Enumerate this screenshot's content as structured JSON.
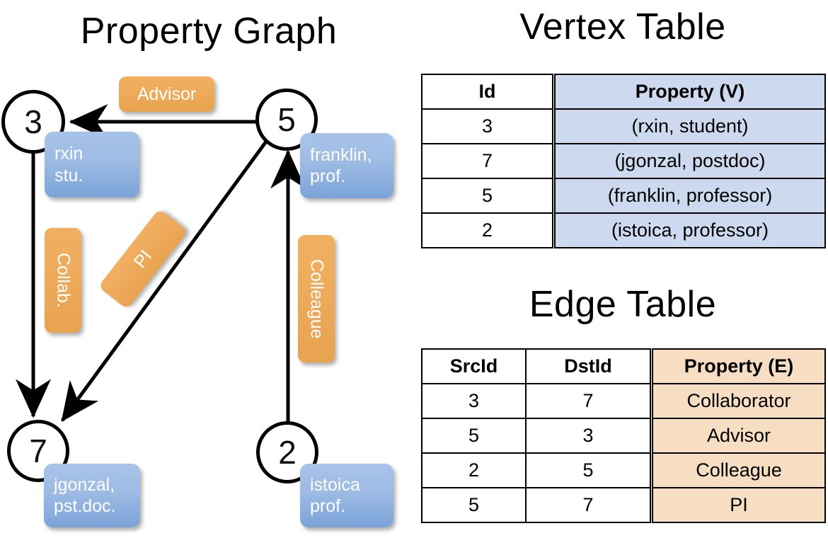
{
  "titles": {
    "property_graph": "Property Graph",
    "vertex_table": "Vertex Table",
    "edge_table": "Edge Table"
  },
  "graph": {
    "nodes": [
      {
        "id": "3",
        "label": "3",
        "property_lines": [
          "rxin",
          "stu."
        ]
      },
      {
        "id": "5",
        "label": "5",
        "property_lines": [
          "franklin,",
          "prof."
        ]
      },
      {
        "id": "7",
        "label": "7",
        "property_lines": [
          "jgonzal,",
          "pst.doc."
        ]
      },
      {
        "id": "2",
        "label": "2",
        "property_lines": [
          "istoica",
          "prof."
        ]
      }
    ],
    "edge_labels": [
      {
        "name": "advisor",
        "text": "Advisor",
        "orientation": "horizontal"
      },
      {
        "name": "collab",
        "text": "Collab.",
        "orientation": "vertical"
      },
      {
        "name": "pi",
        "text": "PI",
        "orientation": "rotated"
      },
      {
        "name": "colleague",
        "text": "Colleague",
        "orientation": "vertical"
      }
    ],
    "edges": [
      {
        "src": "5",
        "dst": "3",
        "label": "Advisor"
      },
      {
        "src": "3",
        "dst": "7",
        "label": "Collab."
      },
      {
        "src": "5",
        "dst": "7",
        "label": "PI"
      },
      {
        "src": "2",
        "dst": "5",
        "label": "Colleague"
      }
    ]
  },
  "vertex_table": {
    "headers": [
      "Id",
      "Property (V)"
    ],
    "rows": [
      {
        "id": "3",
        "property": "(rxin, student)"
      },
      {
        "id": "7",
        "property": "(jgonzal, postdoc)"
      },
      {
        "id": "5",
        "property": "(franklin, professor)"
      },
      {
        "id": "2",
        "property": "(istoica, professor)"
      }
    ]
  },
  "edge_table": {
    "headers": [
      "SrcId",
      "DstId",
      "Property (E)"
    ],
    "rows": [
      {
        "src": "3",
        "dst": "7",
        "property": "Collaborator"
      },
      {
        "src": "5",
        "dst": "3",
        "property": "Advisor"
      },
      {
        "src": "2",
        "dst": "5",
        "property": "Colleague"
      },
      {
        "src": "5",
        "dst": "7",
        "property": "PI"
      }
    ]
  },
  "colors": {
    "vertex_property_fill": "#ccd9ef",
    "edge_property_fill": "#f7ddc1",
    "vertex_bubble": "#9dbbe4",
    "edge_bubble": "#eeab5c",
    "stroke": "#000000",
    "background": "#ffffff"
  }
}
